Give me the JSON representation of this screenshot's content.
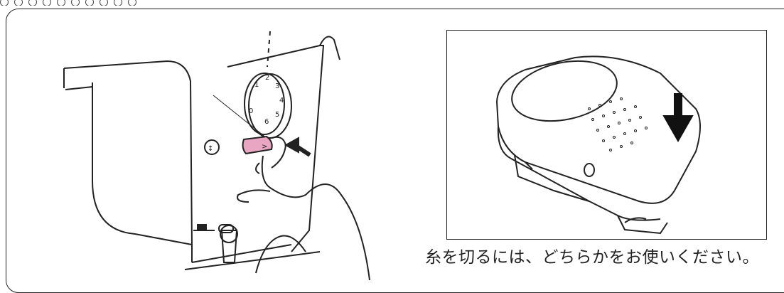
{
  "caption": "糸を切るには、どちらかをお使いください。",
  "colors": {
    "line": "#222222",
    "pink_button": "#e9a6c3",
    "background": "#ffffff"
  },
  "icons": {
    "left": "sewing-machine-thread-cutter-illustration",
    "right": "foot-controller-illustration"
  }
}
